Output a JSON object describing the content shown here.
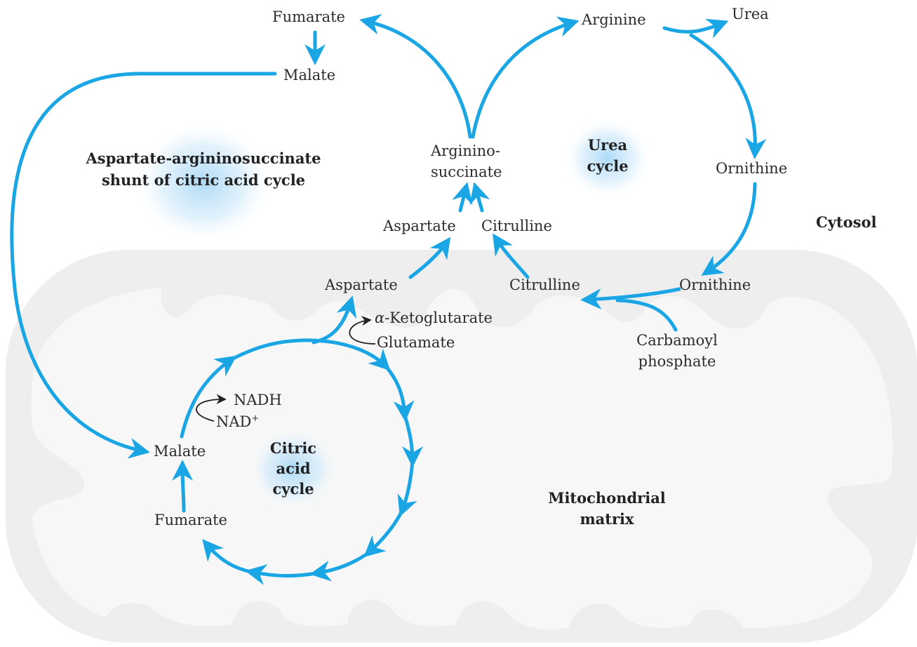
{
  "colors": {
    "arrow": "#1aa6e4",
    "mito_fill": "#eeeeee",
    "cristae_fill": "#f7f7f7",
    "glow": "#a9d8f6",
    "text": "#2b2b2b"
  },
  "labels": {
    "fumarate_top": "Fumarate",
    "malate_top": "Malate",
    "arginine": "Arginine",
    "urea": "Urea",
    "argininosuccinate_1": "Arginino-",
    "argininosuccinate_2": "succinate",
    "urea_cycle_1": "Urea",
    "urea_cycle_2": "cycle",
    "ornithine_cytosol": "Ornithine",
    "cytosol": "Cytosol",
    "shunt_1": "Aspartate-argininosuccinate",
    "shunt_2": "shunt of citric acid cycle",
    "aspartate_cytosol": "Aspartate",
    "citrulline_cytosol": "Citrulline",
    "aspartate_mito": "Aspartate",
    "citrulline_mito": "Citrulline",
    "ornithine_mito": "Ornithine",
    "alpha_symbol": "α",
    "ketoglutarate": "-Ketoglutarate",
    "glutamate": "Glutamate",
    "carbamoyl_1": "Carbamoyl",
    "carbamoyl_2": "phosphate",
    "nadh": "NADH",
    "nad": "NAD",
    "nad_sup": "+",
    "malate_mito": "Malate",
    "fumarate_mito": "Fumarate",
    "citric_1": "Citric",
    "citric_2": "acid",
    "citric_3": "cycle",
    "matrix_1": "Mitochondrial",
    "matrix_2": "matrix"
  }
}
